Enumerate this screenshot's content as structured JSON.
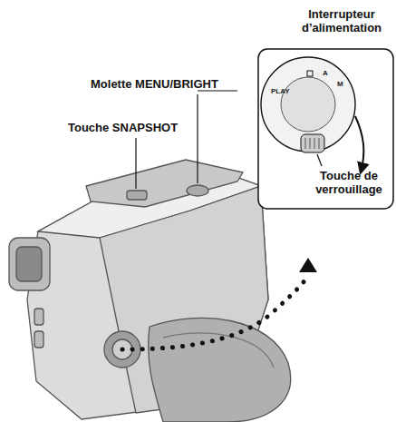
{
  "diagram": {
    "labels": [
      "Interrupteur d’alimentation",
      "Molette MENU/BRIGHT",
      "Touche SNAPSHOT",
      "Touche de verrouillage",
      "PLAY",
      "A",
      "M"
    ]
  }
}
